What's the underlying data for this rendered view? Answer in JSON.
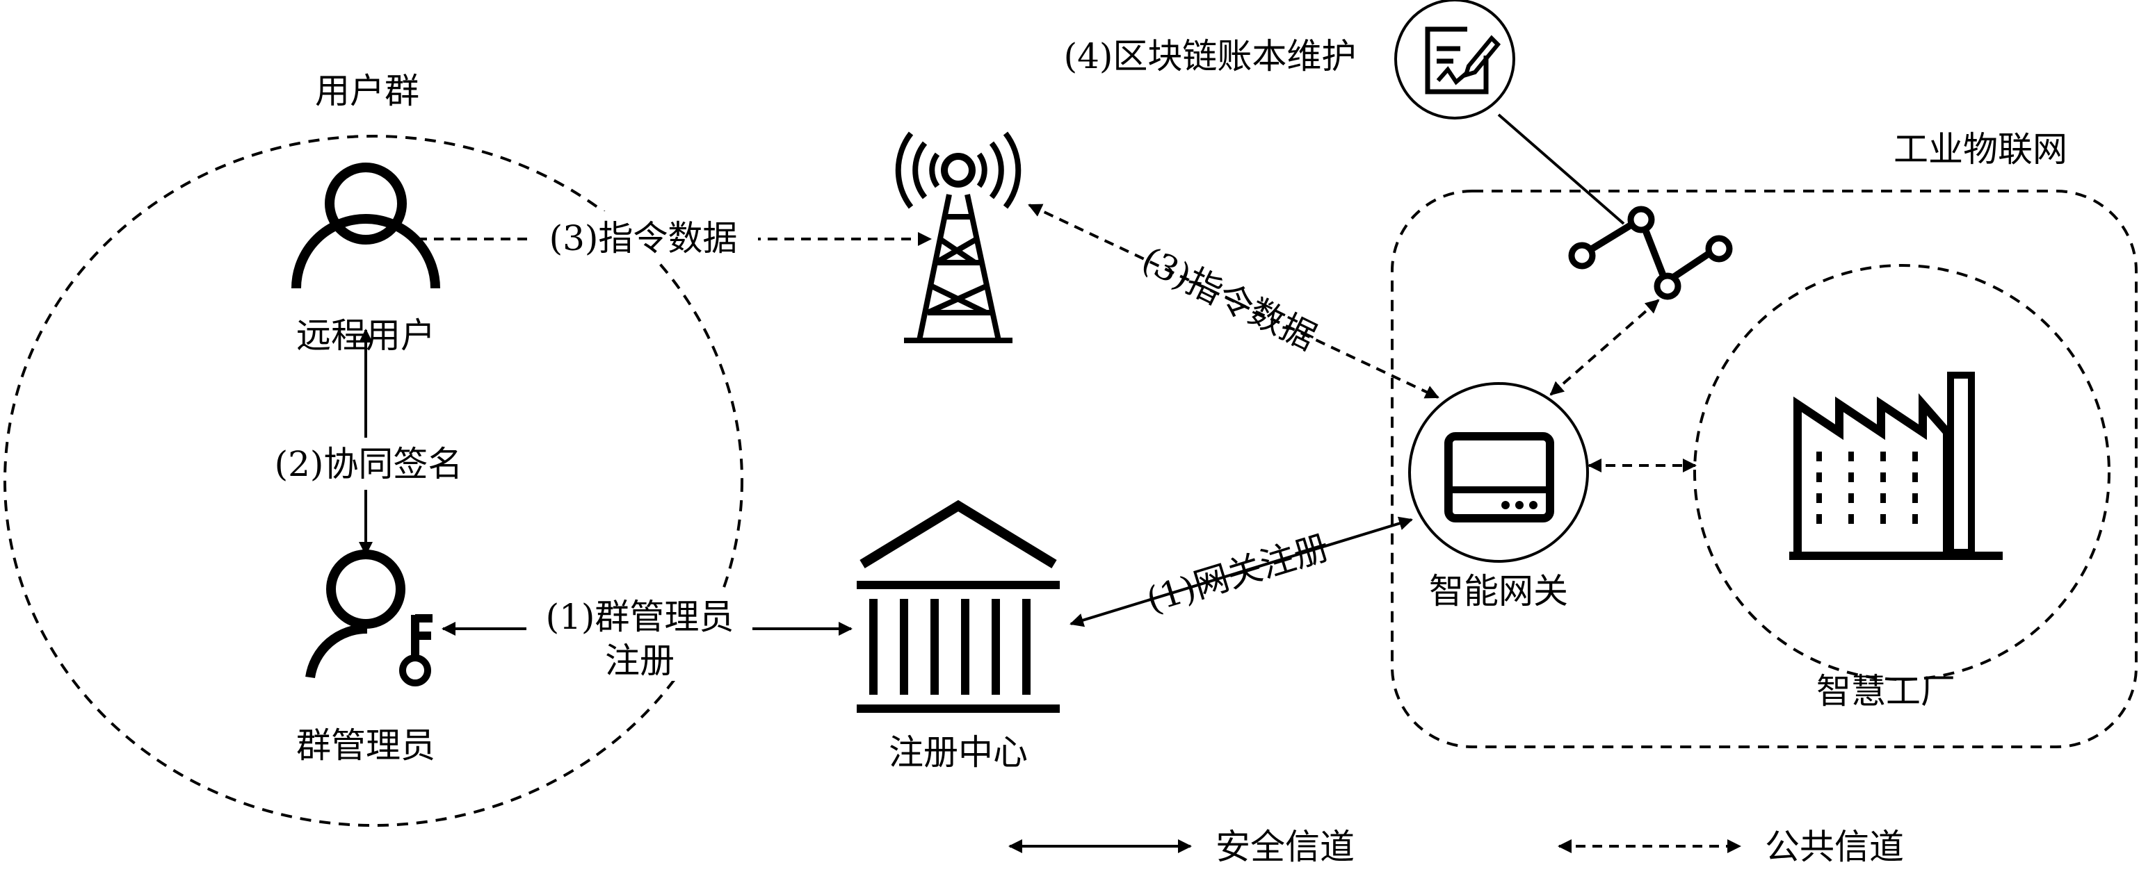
{
  "regions": {
    "user_group": "用户群",
    "iiot": "工业物联网",
    "smart_factory": "智慧工厂"
  },
  "nodes": {
    "remote_user": "远程用户",
    "group_admin": "群管理员",
    "registration_center": "注册中心",
    "smart_gateway": "智能网关"
  },
  "steps": {
    "group_admin_reg_line1": "(1)群管理员",
    "group_admin_reg_line2": "注册",
    "gateway_reg": "(1)网关注册",
    "co_signature": "(2)协同签名",
    "command_data_user": "(3)指令数据",
    "command_data_tower": "(3)指令数据",
    "blockchain_ledger": "(4)区块链账本维护"
  },
  "legend": {
    "secure_channel": "安全信道",
    "public_channel": "公共信道"
  }
}
